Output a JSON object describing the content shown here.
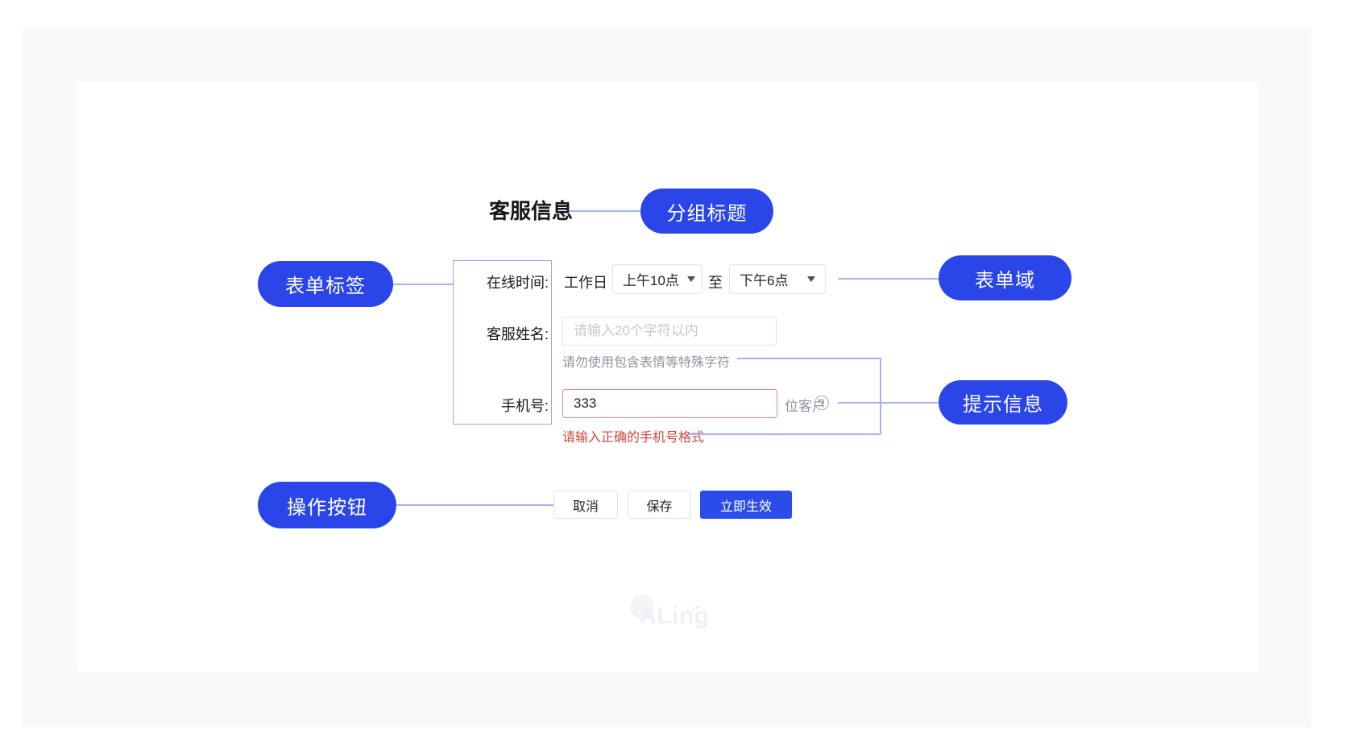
{
  "annotations": {
    "group_title": {
      "label": "分组标题"
    },
    "form_label": {
      "label": "表单标签"
    },
    "form_field": {
      "label": "表单域"
    },
    "hint": {
      "label": "提示信息"
    },
    "actions": {
      "label": "操作按钮"
    }
  },
  "form": {
    "title": "客服信息",
    "online_time": {
      "label": "在线时间:",
      "prefix": "工作日",
      "start_value": "上午10点",
      "joiner": "至",
      "end_value": "下午6点"
    },
    "agent_name": {
      "label": "客服姓名:",
      "placeholder": "请输入20个字符以内",
      "helper": "请勿使用包含表情等特殊字符"
    },
    "phone": {
      "label": "手机号:",
      "value": "333",
      "suffix": "位客户",
      "help_icon": "?",
      "error": "请输入正确的手机号格式"
    },
    "actions": {
      "cancel": "取消",
      "save": "保存",
      "apply": "立即生效"
    }
  },
  "watermark": {
    "text": "ALing"
  },
  "colors": {
    "annotation_blue": "#2b46e8",
    "primary_button_blue": "#2b4ce9",
    "connector_line": "#a6b1f3",
    "bracket_line": "#98a4ef",
    "error_text": "#cf4840",
    "error_border": "#e6867c",
    "panel_background": "#f8f9fb"
  }
}
